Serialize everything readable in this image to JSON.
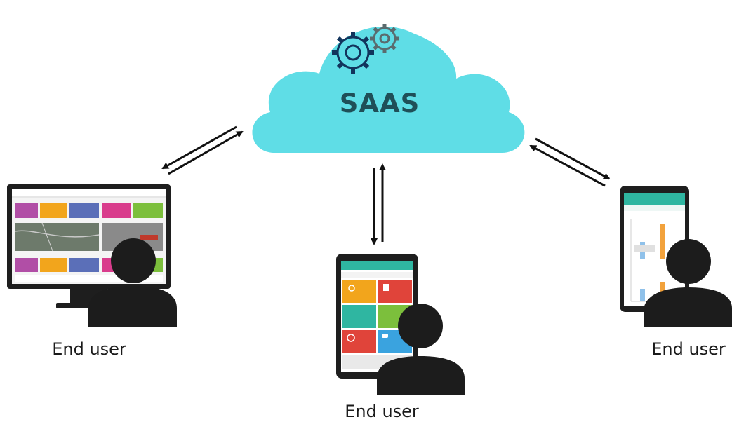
{
  "cloud": {
    "title": "SAAS",
    "color": "#5fdde6",
    "icon": "gears-icon"
  },
  "users": {
    "desktop": {
      "label": "End user",
      "device": "desktop-monitor-icon"
    },
    "tablet": {
      "label": "End user",
      "device": "tablet-icon"
    },
    "phone": {
      "label": "End user",
      "device": "smartphone-icon"
    }
  },
  "colors": {
    "person": "#1c1c1c",
    "arrow": "#111111",
    "tile_orange": "#f2a51c",
    "tile_red": "#e0443a",
    "tile_green": "#7cbf3c",
    "tile_blue": "#3aa3df",
    "tile_teal": "#2fb6a1",
    "tile_purple": "#b14ea6",
    "tile_pink": "#d93c8c"
  }
}
